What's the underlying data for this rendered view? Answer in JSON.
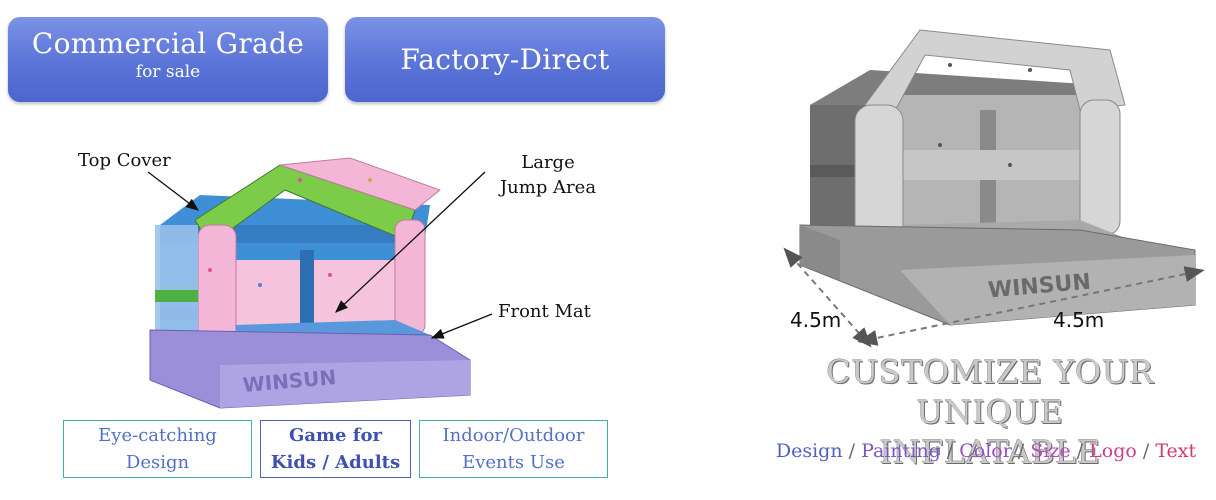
{
  "badges": {
    "commercial": {
      "title": "Commercial Grade",
      "subtitle": "for sale"
    },
    "factory": {
      "title": "Factory-Direct"
    }
  },
  "callouts": {
    "top_cover": "Top Cover",
    "large_jump_line1": "Large",
    "large_jump_line2": "Jump Area",
    "front_mat": "Front Mat"
  },
  "product_logo": "WINSUN",
  "features": [
    {
      "line1": "Eye-catching",
      "line2": "Design"
    },
    {
      "line1": "Game for",
      "line2": "Kids / Adults"
    },
    {
      "line1": "Indoor/Outdoor",
      "line2": "Events Use"
    }
  ],
  "dimensions": {
    "depth": "4.5m",
    "width": "4.5m"
  },
  "headline": {
    "line1": "CUSTOMIZE YOUR UNIQUE",
    "line2": "INFLATABLE"
  },
  "customize_options": [
    {
      "label": "Design",
      "color": "#4f5fc4"
    },
    {
      "label": "Painting",
      "color": "#7a56c8"
    },
    {
      "label": "Color",
      "color": "#9a4cc4"
    },
    {
      "label": "Size",
      "color": "#b54bb6"
    },
    {
      "label": "Logo",
      "color": "#cc3f8e"
    },
    {
      "label": "Text",
      "color": "#d23a6a"
    }
  ],
  "colors": {
    "badge_blue": "#5a74d8",
    "frame_pink": "#f4b6d6",
    "frame_green": "#7ccc4a",
    "wall_blue": "#3f8fd6",
    "mat_purple": "#9a8fd8"
  }
}
